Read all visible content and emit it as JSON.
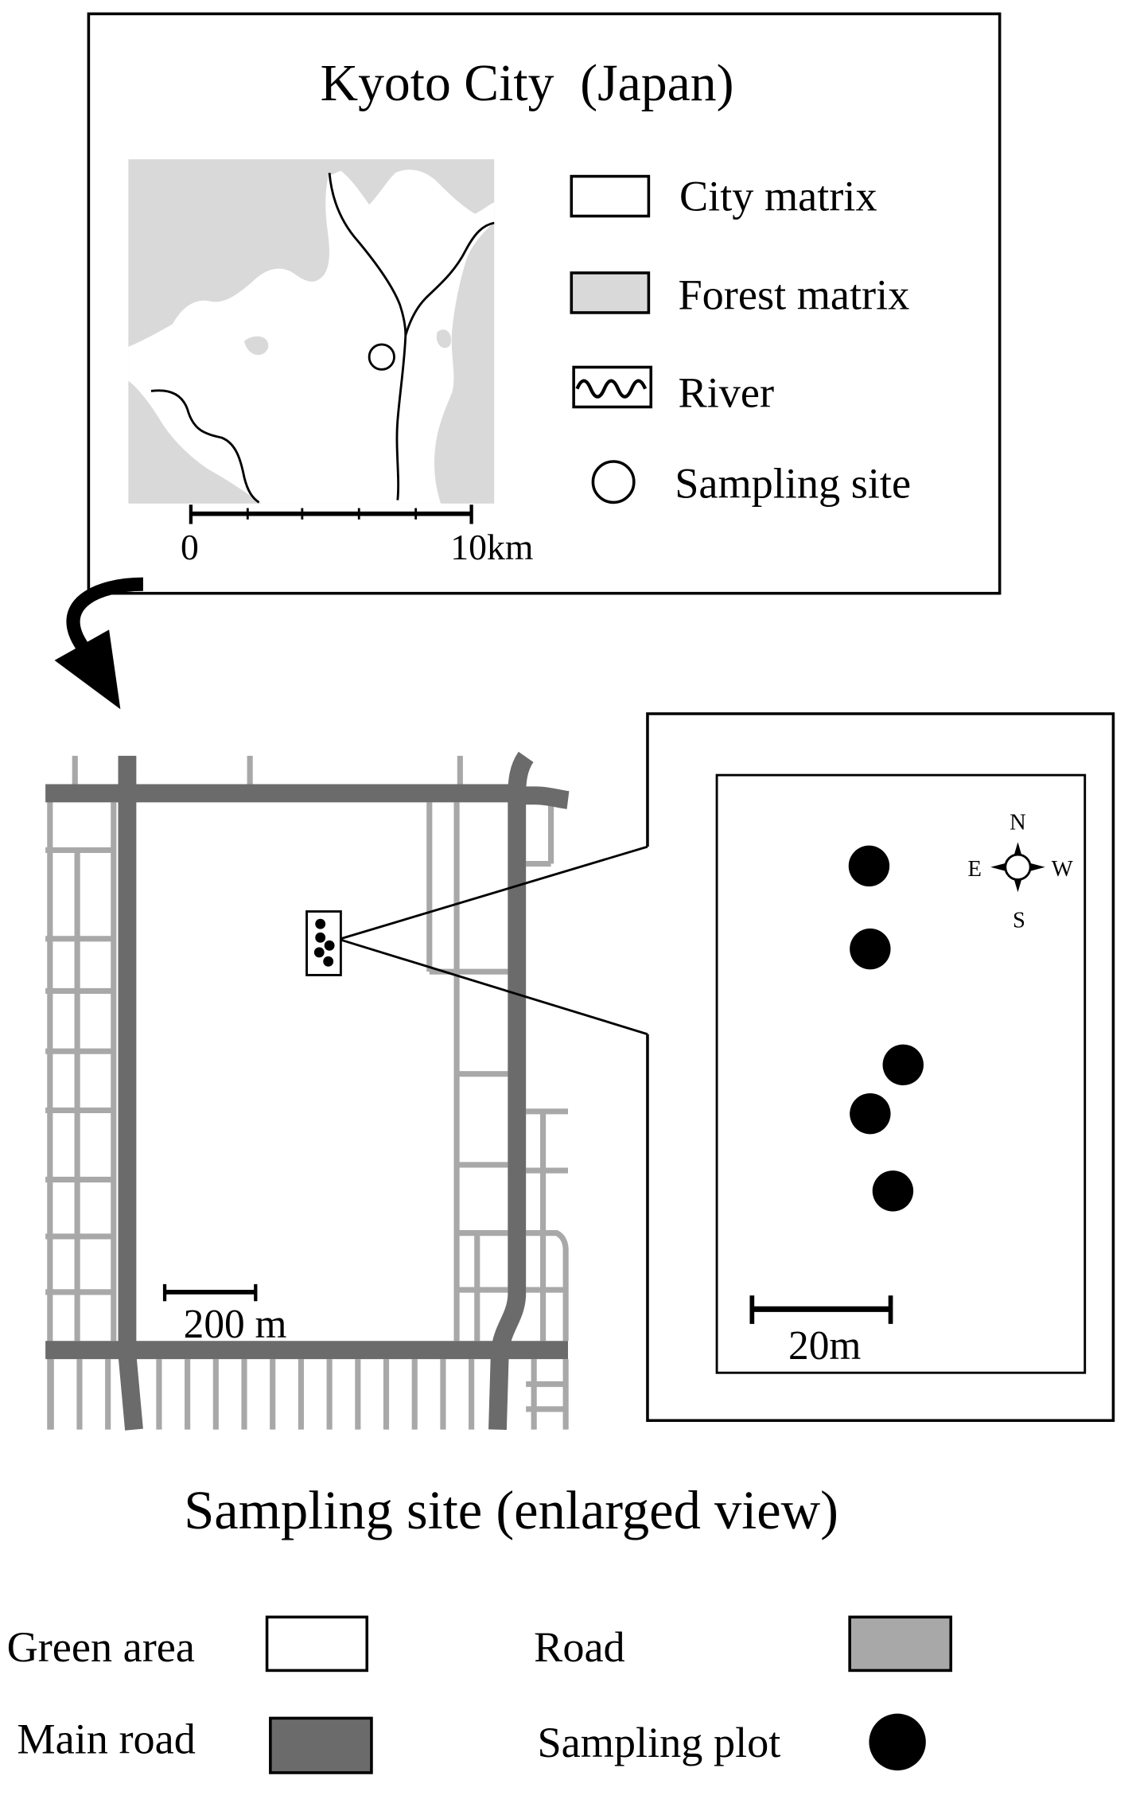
{
  "city_map": {
    "title": "Kyoto City  (Japan)",
    "legend": [
      {
        "label": "City matrix",
        "color": "#ffffff"
      },
      {
        "label": "Forest matrix",
        "color": "#d9d9d9"
      },
      {
        "label": "River",
        "icon": "river-wave-icon"
      },
      {
        "label": "Sampling site",
        "icon": "open-circle-icon"
      }
    ],
    "scale_bar": {
      "start_label": "0",
      "end_label": "10km"
    }
  },
  "site_map": {
    "scale_bar_label": "200 m",
    "caption": "Sampling site (enlarged view)"
  },
  "plot_inset": {
    "compass": {
      "north": "N",
      "east": "E",
      "west": "W",
      "south": "S"
    },
    "scale_bar_label": "20m"
  },
  "legend": {
    "green_area": {
      "label": "Green area",
      "color": "#ffffff"
    },
    "road": {
      "label": "Road",
      "color": "#a8a8a8"
    },
    "main_road": {
      "label": "Main road",
      "color": "#6b6b6b"
    },
    "sampling_plot": {
      "label": "Sampling plot",
      "color": "#000000"
    }
  }
}
